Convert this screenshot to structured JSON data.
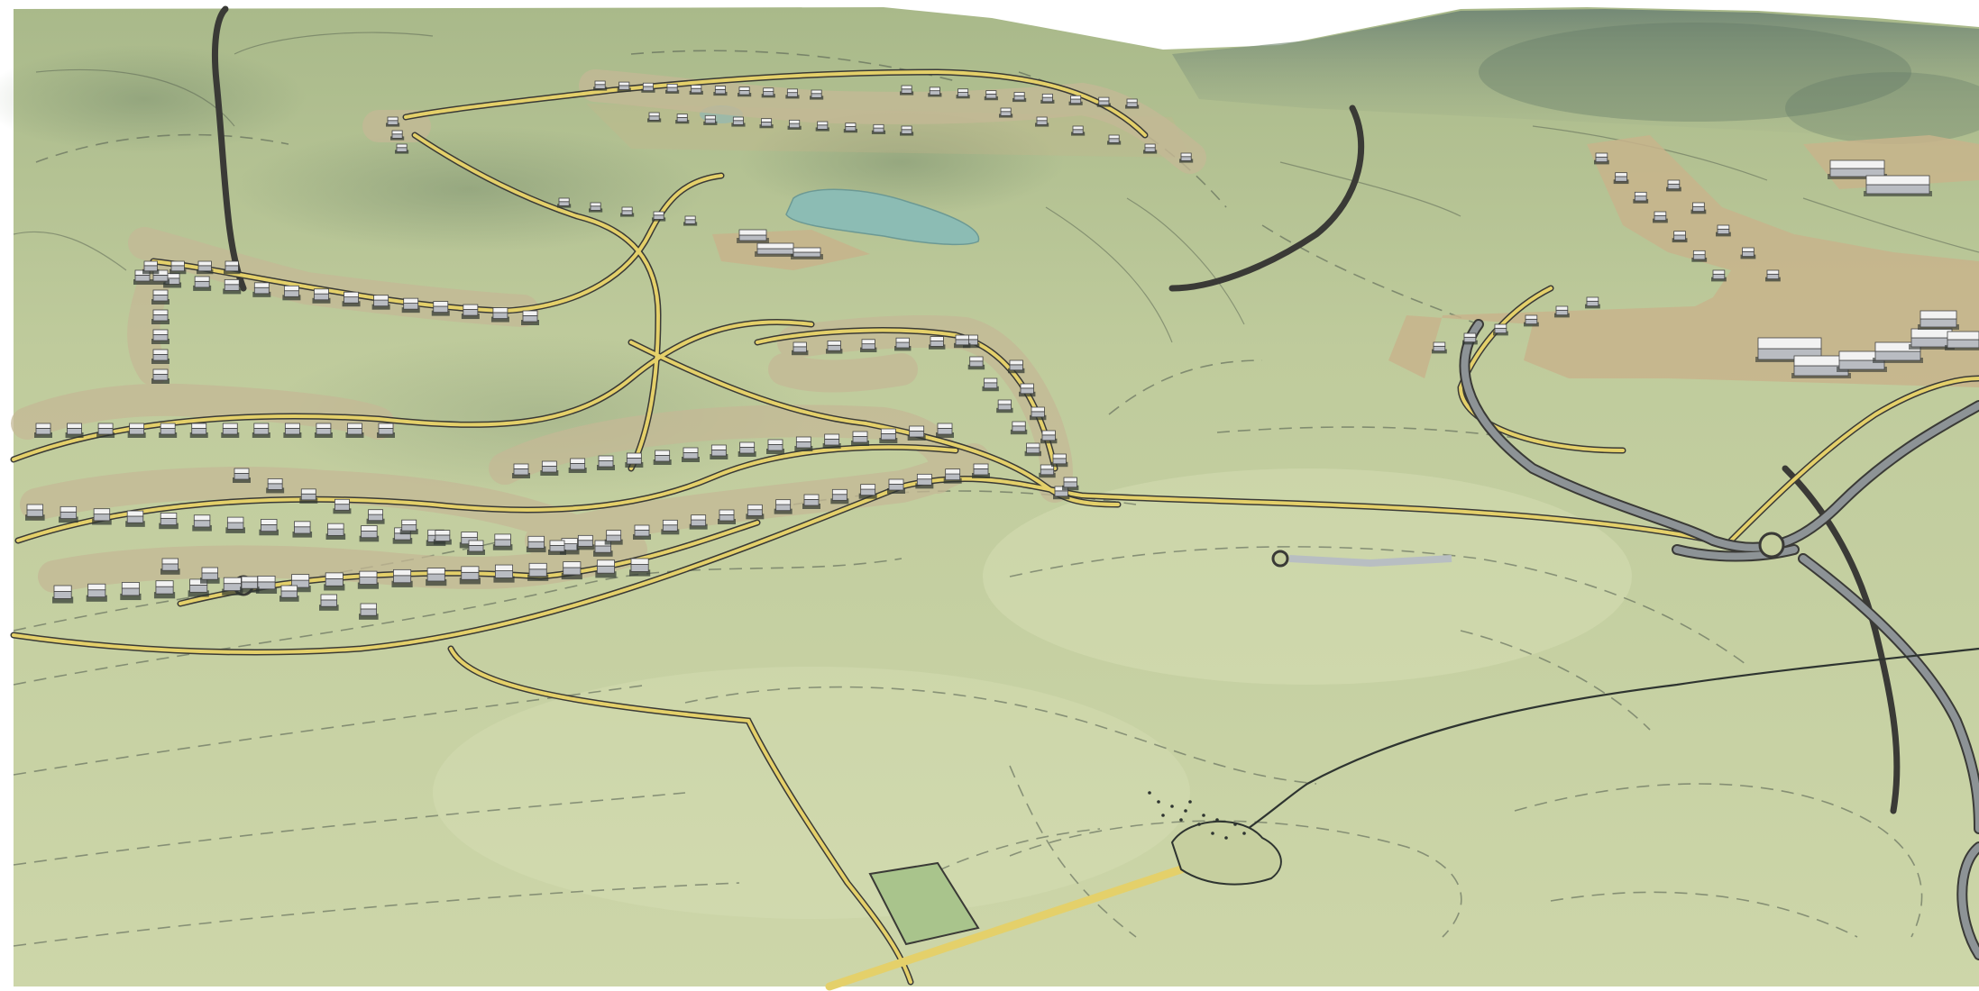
{
  "scene": {
    "kind": "3d-terrain-masterplan-render",
    "colors": {
      "terrain_light": "#c9d4a6",
      "terrain_mid": "#b3c08c",
      "terrain_dark": "#7f9372",
      "ridge_shadow": "#5e7565",
      "pad": "#c8b48c",
      "lot": "#b8b294",
      "road_yellow": "#e4d06a",
      "road_grey": "#8d9396",
      "road_edge": "#3a3a36",
      "contour": "#4e584c",
      "water": "#8cbcb4",
      "building_top": "#f2f2f2",
      "building_side": "#b9bcc2",
      "building_shadow": "#2e3430",
      "sky": "#ffffff"
    },
    "features": [
      "clustered-residential-loops",
      "northern-hillside-neighbourhood",
      "reservoir-pond",
      "eastern-commercial-campus",
      "highway-interchange-roundabout",
      "sports-field-parcel",
      "southern-access-road",
      "contour-lines"
    ]
  }
}
